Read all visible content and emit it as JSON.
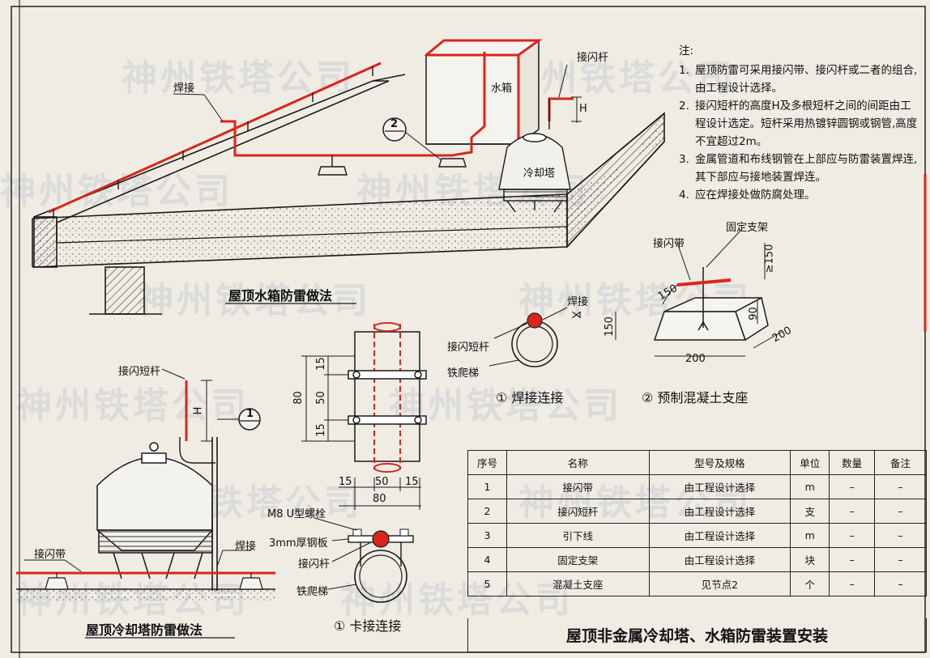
{
  "watermark": "神州铁塔公司",
  "colors": {
    "red": "#d9261c",
    "ink": "#1a1a1a",
    "paper": "#efece3"
  },
  "notes": {
    "heading": "注:",
    "items": [
      {
        "n": "1.",
        "text": "屋顶防雷可采用接闪带、接闪杆或二者的组合,由工程设计选择。"
      },
      {
        "n": "2.",
        "text": "接闪短杆的高度H及多根短杆之间的间距由工程设计选定。短杆采用热镀锌圆钢或钢管,高度不宜超过2m。"
      },
      {
        "n": "3.",
        "text": "金属管道和布线钢管在上部应与防雷装置焊连,其下部应与接地装置焊连。"
      },
      {
        "n": "4.",
        "text": "应在焊接处做防腐处理。"
      }
    ]
  },
  "labels": {
    "weld_top": "焊接",
    "water_tank": "水箱",
    "air_terminal_rod": "接闪杆",
    "cooling_tower": "冷却塔",
    "h": "H",
    "circle2": "2",
    "circle1": "1",
    "fixed_bracket": "固定支架",
    "lightning_belt": "接闪带",
    "dim_150a": "150",
    "dim_ge150": "≥150",
    "dim_90": "90",
    "dim_150b": "150",
    "dim_200a": "200",
    "dim_200b": "200",
    "weld_detail": "焊接",
    "weld_symbol": "⋊",
    "short_rod": "接闪短杆",
    "iron_ladder": "铁爬梯",
    "short_rod_left": "接闪短杆",
    "lightning_belt_left": "接闪带",
    "weld_left": "焊接",
    "dim_15a": "15",
    "dim_50a": "50",
    "dim_15b": "15",
    "dim_80a": "80",
    "dim_15c": "15",
    "dim_50b": "50",
    "dim_15d": "15",
    "dim_80b": "80",
    "u_bolt": "M8 U型螺栓",
    "steel_plate": "3mm厚钢板",
    "air_rod2": "接闪杆",
    "iron_ladder2": "铁爬梯"
  },
  "captions": {
    "tank": "屋顶水箱防雷做法",
    "tower": "屋顶冷却塔防雷做法",
    "weld_conn": "① 焊接连接",
    "clamp_conn": "① 卡接连接",
    "base": "② 预制混凝土支座"
  },
  "table": {
    "headers": [
      "序号",
      "名称",
      "型号及规格",
      "单位",
      "数量",
      "备注"
    ],
    "rows": [
      [
        "1",
        "接闪带",
        "由工程设计选择",
        "m",
        "–",
        "–"
      ],
      [
        "2",
        "接闪短杆",
        "由工程设计选择",
        "支",
        "–",
        "–"
      ],
      [
        "3",
        "引下线",
        "由工程设计选择",
        "m",
        "–",
        "–"
      ],
      [
        "4",
        "固定支架",
        "由工程设计选择",
        "块",
        "–",
        "–"
      ],
      [
        "5",
        "混凝土支座",
        "见节点2",
        "个",
        "–",
        "–"
      ]
    ]
  },
  "sheet_title": "屋顶非金属冷却塔、水箱防雷装置安装"
}
